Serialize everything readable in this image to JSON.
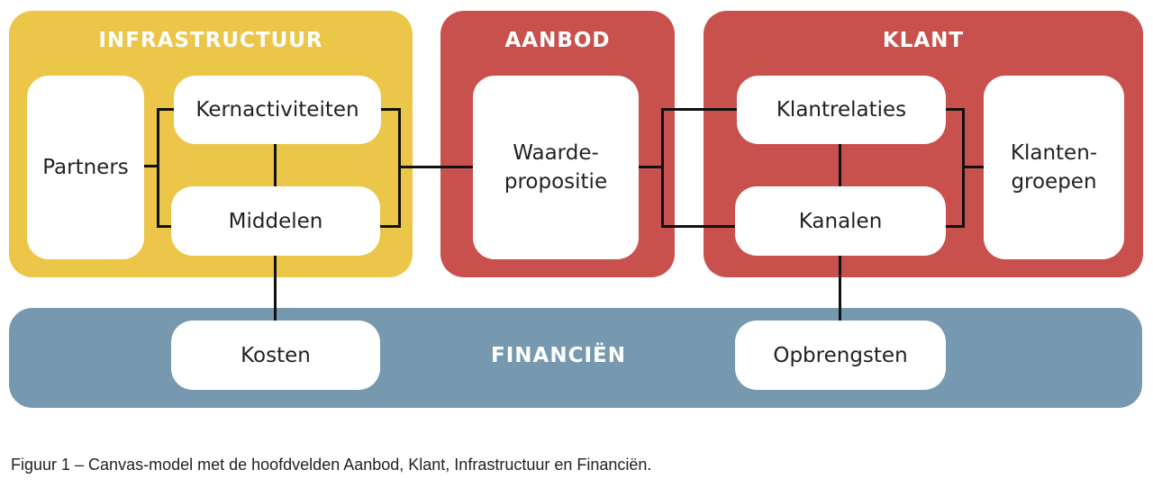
{
  "colors": {
    "infrastructuur": "#ecc648",
    "aanbod": "#c9514d",
    "klant": "#c9514d",
    "financien": "#7799b0",
    "connector": "#111111"
  },
  "sections": {
    "infrastructuur": "INFRASTRUCTUUR",
    "aanbod": "AANBOD",
    "klant": "KLANT",
    "financien": "FINANCIËN"
  },
  "blocks": {
    "partners": "Partners",
    "kernactiviteiten": "Kernactiviteiten",
    "middelen": "Middelen",
    "waardepropositie": "Waarde-\npropositie",
    "klantrelaties": "Klantrelaties",
    "kanalen": "Kanalen",
    "klantengroepen": "Klanten-\ngroepen",
    "kosten": "Kosten",
    "opbrengsten": "Opbrengsten"
  },
  "caption": "Figuur 1 – Canvas-model met de hoofdvelden Aanbod, Klant, Infrastructuur en Financiën."
}
